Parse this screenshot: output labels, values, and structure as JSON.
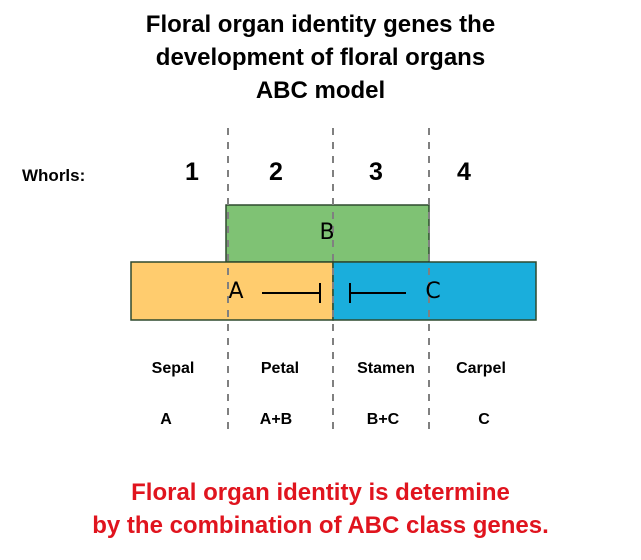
{
  "title": {
    "line1": "Floral organ identity genes the",
    "line2": "development of floral organs",
    "line3": "ABC model"
  },
  "whorls": {
    "label": "Whorls:",
    "numbers": [
      "1",
      "2",
      "3",
      "4"
    ]
  },
  "genes": {
    "a": "A",
    "b": "B",
    "c": "C"
  },
  "organs": [
    "Sepal",
    "Petal",
    "Stamen",
    "Carpel"
  ],
  "combinations": [
    "A",
    "A+B",
    "B+C",
    "C"
  ],
  "footer": {
    "line1": "Floral organ identity is determine",
    "line2": "by the combination of ABC class genes."
  },
  "colors": {
    "a_box": "#FFCC6E",
    "b_box": "#7FC274",
    "c_box": "#1AAEDC",
    "box_border": "#2E4A2E",
    "footer_text": "#E0141E",
    "divider": "#808080"
  }
}
